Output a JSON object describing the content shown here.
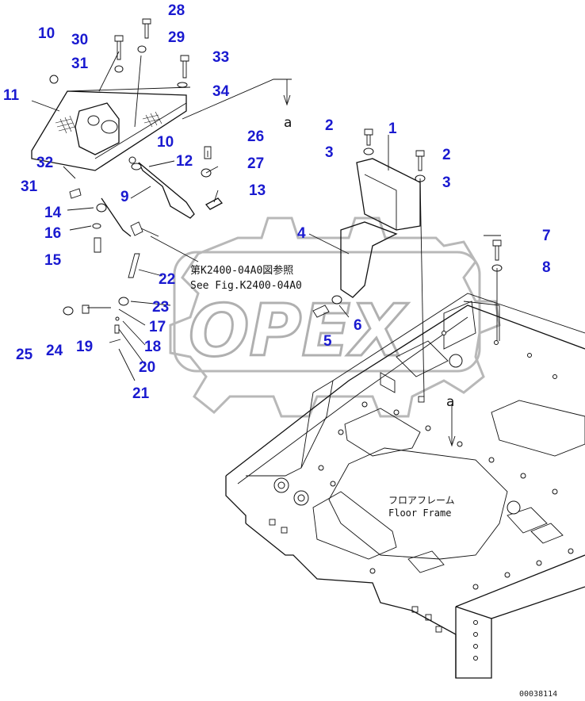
{
  "watermark": "OPEX",
  "reference_note": {
    "line1": "第K2400-04A0図参照",
    "line2": "See Fig.K2400-04A0"
  },
  "frame_label": {
    "line1": "フロアフレーム",
    "line2": "Floor Frame"
  },
  "view_marker": "a",
  "doc_number": "00038114",
  "callouts": [
    "28",
    "10",
    "30",
    "29",
    "31",
    "33",
    "34",
    "11",
    "10",
    "26",
    "32",
    "12",
    "27",
    "31",
    "9",
    "13",
    "14",
    "16",
    "15",
    "22",
    "23",
    "25",
    "24",
    "19",
    "17",
    "18",
    "20",
    "21",
    "1",
    "2",
    "3",
    "2",
    "3",
    "4",
    "7",
    "8",
    "6",
    "5"
  ]
}
